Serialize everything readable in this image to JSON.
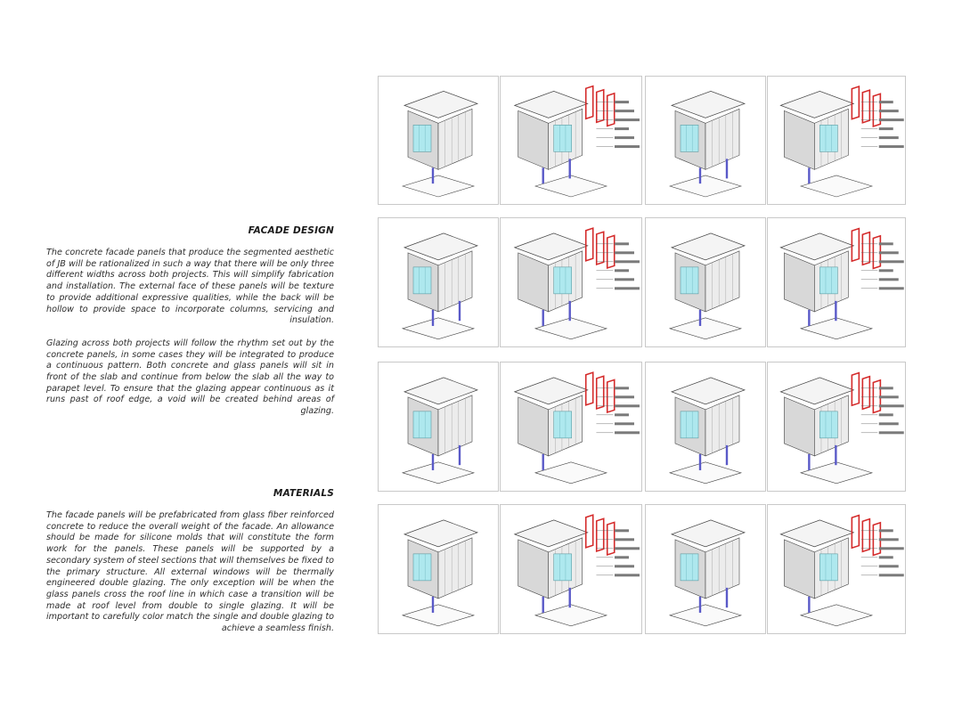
{
  "sections": [
    {
      "heading": "FACADE DESIGN",
      "paragraphs": [
        "The concrete facade panels that produce the segmented aesthetic of JB will be rationalized in such a way that there will be only three different widths across both projects. This will simplify fabrication and installation. The external face of these panels will be texture to provide additional expressive qualities, while the back will be hollow to provide space to incorporate columns, servicing and insulation.",
        "Glazing across both projects will follow the rhythm set out by the concrete panels, in some cases they will be integrated to produce a continuous pattern. Both concrete and glass panels will sit in front of the slab and continue from below the slab all the way to parapet level. To ensure that the glazing appear continuous as it runs past of roof edge, a void will be created behind areas of glazing."
      ]
    },
    {
      "heading": "MATERIALS",
      "paragraphs": [
        "The facade panels will be prefabricated from glass fiber reinforced concrete to reduce the overall weight of the facade. An allowance should be made for silicone molds that will constitute the form work for the panels. These panels will be supported by a secondary system of steel sections that will themselves be fixed to the primary structure. All external windows will be thermally engineered double glazing. The only exception will be when the glass panels cross the roof line in which case a transition will be made at roof level from double to single glazing. It will be important to carefully color match the single and double glazing to achieve a seamless finish."
      ]
    }
  ],
  "colors": {
    "glazing": "#aee8ee",
    "steel": "#d42a2a",
    "column": "#5a5ac8",
    "concrete": "#d8d8d8",
    "line": "#444444",
    "border": "#c9c9c9"
  },
  "diagram_icons": [
    "facade-axonometric-icon",
    "exploded-facade-axonometric-icon"
  ]
}
